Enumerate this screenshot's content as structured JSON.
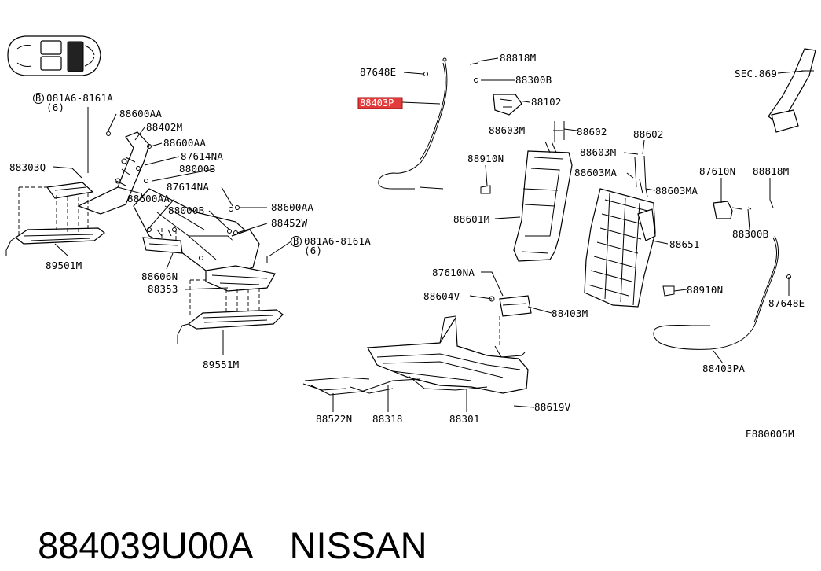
{
  "diagram_code": "E880005M",
  "highlighted_part": "88403P",
  "footer": {
    "part_number": "884039U00A",
    "brand": "NISSAN"
  },
  "callouts": {
    "bolt_spec_left": "081A6-8161A",
    "bolt_qty_left": "(6)",
    "bolt_spec_mid": "081A6-8161A",
    "bolt_qty_mid": "(6)",
    "p88600AA_1": "88600AA",
    "p88402M": "88402M",
    "p88600AA_2": "88600AA",
    "p88303Q": "88303Q",
    "p87614NA_1": "87614NA",
    "p88000B_1": "88000B",
    "p87614NA_2": "87614NA",
    "p88600AA_3": "88600AA",
    "p88000B_2": "88000B",
    "p88600AA_4": "88600AA",
    "p88452W": "88452W",
    "p89501M": "89501M",
    "p88606N": "88606N",
    "p88353": "88353",
    "p89551M": "89551M",
    "p87648E_1": "87648E",
    "p88818M_1": "88818M",
    "p88300B_1": "88300B",
    "p88102": "88102",
    "p88603M_1": "88603M",
    "p88602_1": "88602",
    "p88602_2": "88602",
    "p88910N_1": "88910N",
    "p88603M_2": "88603M",
    "p88603MA_1": "88603MA",
    "p88603MA_2": "88603MA",
    "p88601M": "88601M",
    "p88651": "88651",
    "p87610NA": "87610NA",
    "p88604V": "88604V",
    "p88403M": "88403M",
    "p88910N_2": "88910N",
    "p88522N": "88522N",
    "p88318": "88318",
    "p88301": "88301",
    "p88619V": "88619V",
    "sec869": "SEC.869",
    "p87610N": "87610N",
    "p88818M_2": "88818M",
    "p88300B_2": "88300B",
    "p87648E_2": "87648E",
    "p88403PA": "88403PA"
  }
}
